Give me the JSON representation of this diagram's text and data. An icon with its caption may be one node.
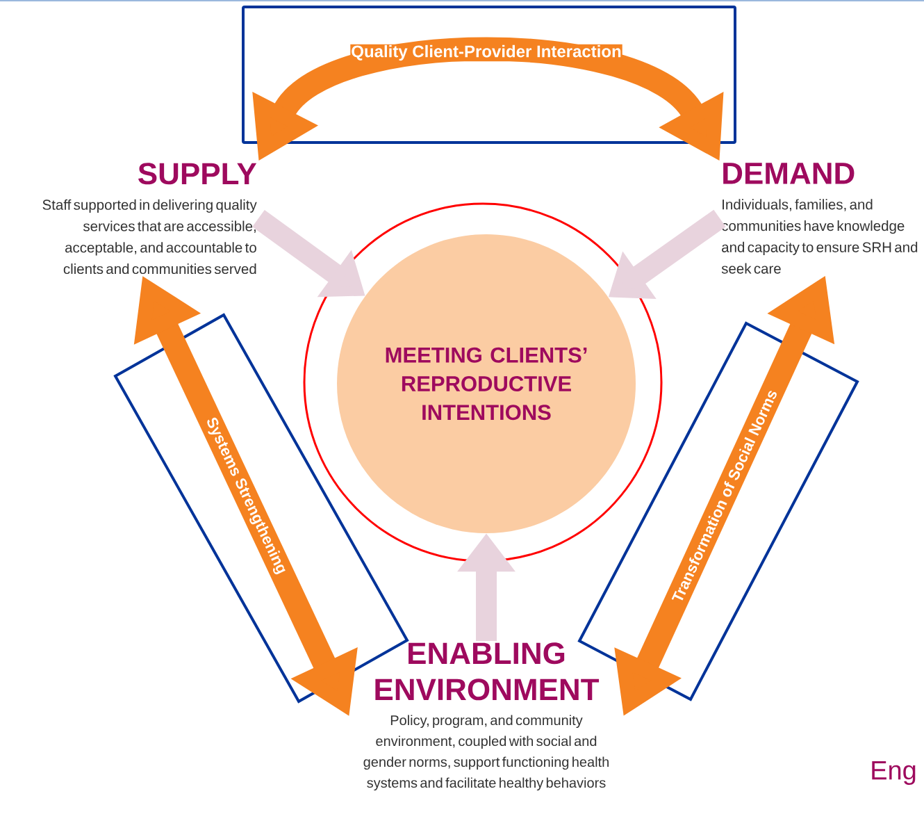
{
  "diagram": {
    "nodes": [
      {
        "text": [
          "SUPPLY",
          "Staff supported in delivering quality services that are accessible, acceptable, and accountable to clients and communities served"
        ]
      },
      {
        "text": [
          "DEMAND",
          "Individuals, families, and communities have knowledge and capacity to ensure SRH and seek care"
        ]
      },
      {
        "text": [
          "ENABLING ENVIRONMENT",
          "Policy, program, and community environment, coupled with social and gender norms, support functioning health systems and facilitate healthy behaviors"
        ]
      },
      {
        "text": [
          "MEETING CLIENTS’ REPRODUCTIVE INTENTIONS"
        ]
      }
    ],
    "edges": [
      {
        "from": 0,
        "to": 3,
        "arrow": "to",
        "color": "#e8d3dd"
      },
      {
        "from": 1,
        "to": 3,
        "arrow": "to",
        "color": "#e8d3dd"
      },
      {
        "from": 2,
        "to": 3,
        "arrow": "to",
        "color": "#e8d3dd"
      },
      {
        "from": 0,
        "to": 1,
        "arrow": "both",
        "label": "Quality Client-Provider Interaction",
        "color": "#f58220"
      },
      {
        "from": 0,
        "to": 2,
        "arrow": "both",
        "label": "Systems Strengthening",
        "color": "#f58220"
      },
      {
        "from": 1,
        "to": 2,
        "arrow": "both",
        "label": "Transformation of Social Norms",
        "color": "#f58220"
      }
    ],
    "labels": [
      "Eng"
    ]
  }
}
